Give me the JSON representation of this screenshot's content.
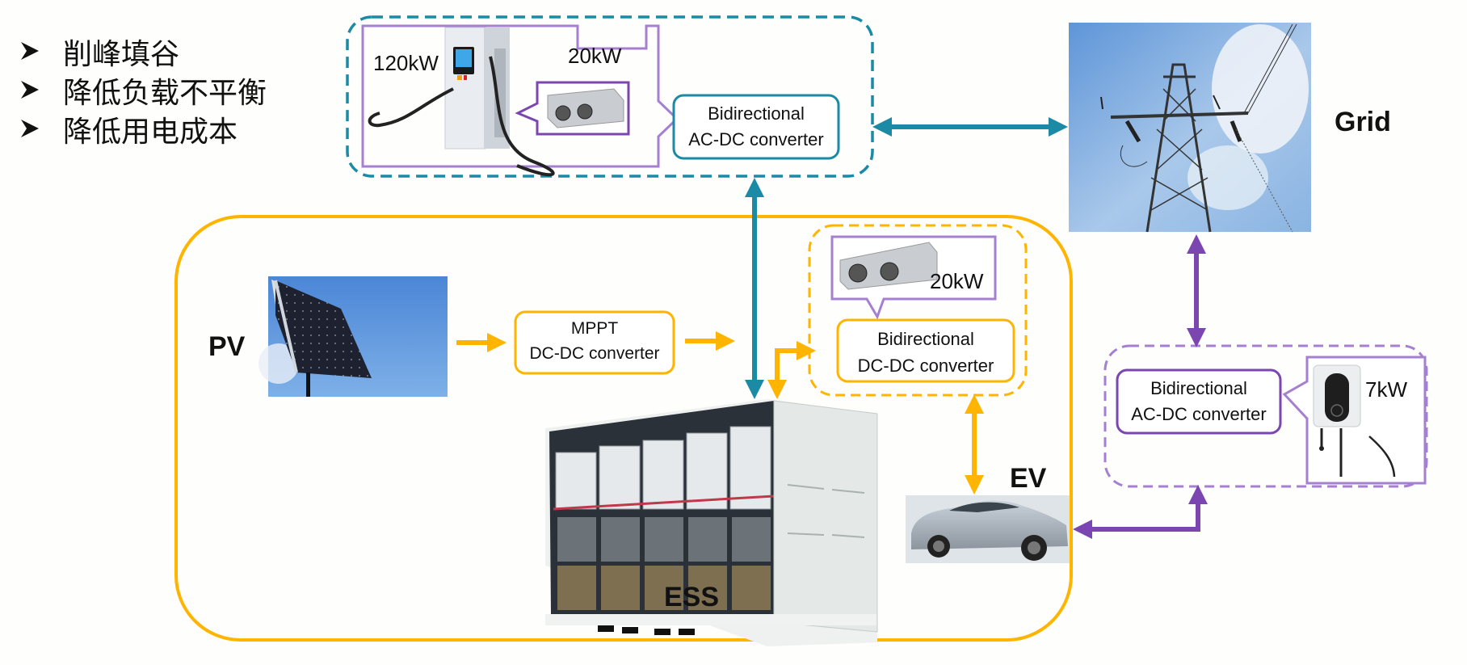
{
  "bullets": {
    "items": [
      "削峰填谷",
      "降低负载不平衡",
      "降低用电成本"
    ]
  },
  "colors": {
    "teal": "#1a8aa5",
    "orange": "#ffb400",
    "purple": "#7b46b0",
    "light_purple": "#a57fd0",
    "background": "#fefefc"
  },
  "dc_charger": {
    "charger_power": "120kW",
    "module_power": "20kW",
    "converter_line1": "Bidirectional",
    "converter_line2": "AC-DC converter",
    "charger_image": "dc-fast-charger-photo",
    "module_image": "power-module-photo"
  },
  "grid": {
    "label": "Grid",
    "image": "transmission-tower-photo"
  },
  "pv": {
    "label": "PV",
    "image": "solar-panel-photo",
    "mppt_line1": "MPPT",
    "mppt_line2": "DC-DC converter"
  },
  "dcdc": {
    "module_power": "20kW",
    "module_image": "power-module-photo",
    "converter_line1": "Bidirectional",
    "converter_line2": "DC-DC converter"
  },
  "ess": {
    "label": "ESS",
    "image": "battery-container-photo"
  },
  "ev": {
    "label": "EV",
    "image": "electric-car-photo"
  },
  "ac_charger": {
    "charger_power": "7kW",
    "charger_image": "wall-charger-photo",
    "converter_line1": "Bidirectional",
    "converter_line2": "AC-DC converter"
  }
}
